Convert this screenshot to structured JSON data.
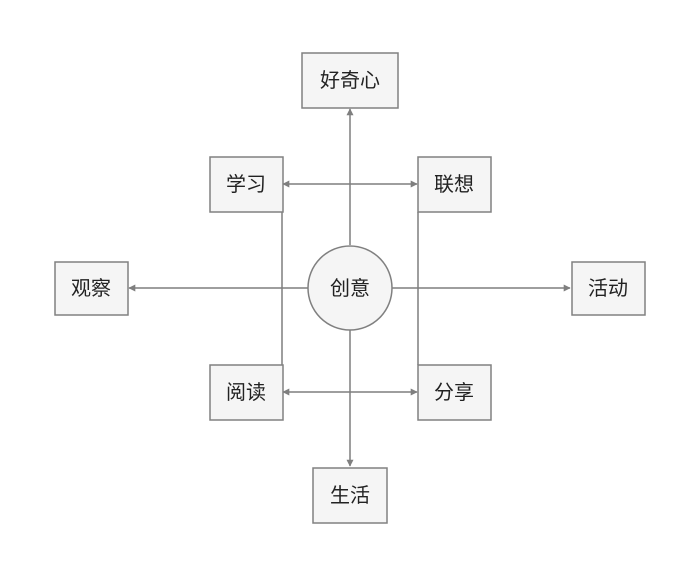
{
  "diagram": {
    "center": {
      "label": "创意"
    },
    "nodes": {
      "curiosity": "好奇心",
      "learning": "学习",
      "association": "联想",
      "observation": "观察",
      "activity": "活动",
      "reading": "阅读",
      "sharing": "分享",
      "life": "生活"
    },
    "edges": [
      {
        "from": "创意",
        "to": "好奇心",
        "direction": "to-target"
      },
      {
        "from": "创意",
        "to": "生活",
        "direction": "to-target"
      },
      {
        "from": "创意",
        "to": "观察",
        "direction": "to-target"
      },
      {
        "from": "创意",
        "to": "活动",
        "direction": "to-target"
      },
      {
        "from": "学习",
        "to": "联想",
        "direction": "both"
      },
      {
        "from": "阅读",
        "to": "分享",
        "direction": "both"
      },
      {
        "from": "学习",
        "to": "阅读",
        "direction": "none"
      },
      {
        "from": "联想",
        "to": "分享",
        "direction": "none"
      }
    ]
  },
  "colors": {
    "box_fill": "#f5f5f5",
    "box_stroke": "#808080",
    "line": "#7f7f7f",
    "text": "#222222"
  }
}
